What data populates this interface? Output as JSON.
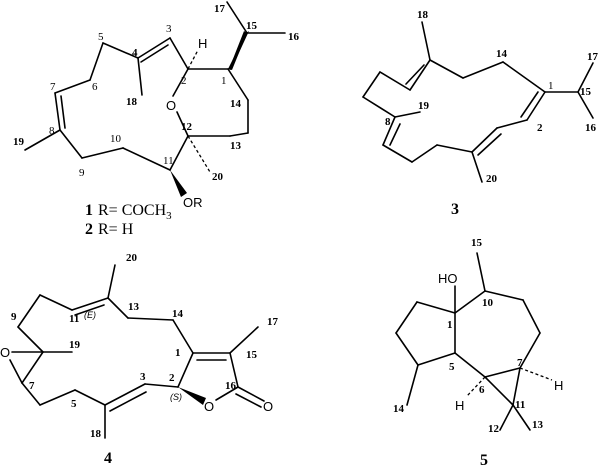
{
  "figure": {
    "description": "Chemical structures of five terpenoid compounds (1-5)",
    "compounds": [
      {
        "id": "1",
        "caption": {
          "number": "1",
          "text": "R= COCH",
          "subscript": "3"
        },
        "atoms": {
          "oxygen_ring": "O",
          "substituent": "OR",
          "hydrogen": "H"
        },
        "locants": [
          "1",
          "2",
          "3",
          "4",
          "5",
          "6",
          "7",
          "8",
          "9",
          "10",
          "11",
          "12",
          "13",
          "14",
          "15",
          "16",
          "17",
          "18",
          "19",
          "20"
        ]
      },
      {
        "id": "2",
        "caption": {
          "number": "2",
          "text": "R= H"
        }
      },
      {
        "id": "3",
        "caption": {
          "number": "3"
        },
        "locants": [
          "1",
          "2",
          "8",
          "14",
          "15",
          "16",
          "17",
          "18",
          "19",
          "20"
        ]
      },
      {
        "id": "4",
        "caption": {
          "number": "4"
        },
        "atoms": {
          "epoxide_o": "O",
          "lactone_o": "O",
          "carbonyl_o": "O"
        },
        "stereo": {
          "double_bond": "(E)",
          "c2": "(S)"
        },
        "locants": [
          "1",
          "2",
          "3",
          "5",
          "7",
          "9",
          "11",
          "13",
          "14",
          "15",
          "16",
          "17",
          "18",
          "19",
          "20"
        ]
      },
      {
        "id": "5",
        "caption": {
          "number": "5"
        },
        "atoms": {
          "hydroxyl": "HO",
          "h6": "H",
          "h7": "H"
        },
        "locants": [
          "1",
          "5",
          "6",
          "7",
          "10",
          "11",
          "12",
          "13",
          "14",
          "15"
        ]
      }
    ]
  }
}
